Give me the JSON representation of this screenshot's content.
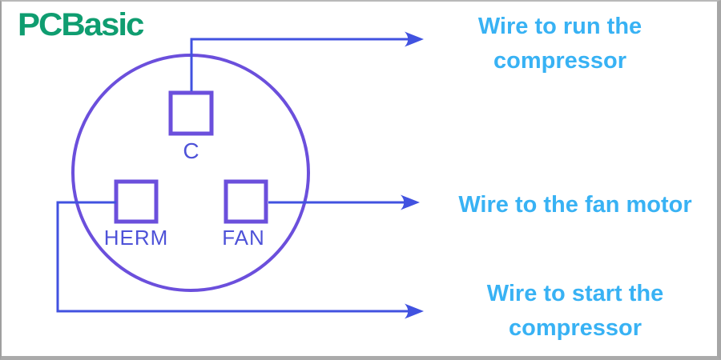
{
  "brand": {
    "logo_text": "PCBasic",
    "logo_color": "#0F9D70"
  },
  "diagram": {
    "description": "Run capacitor terminal wiring diagram",
    "terminals": [
      {
        "id": "c",
        "label": "C"
      },
      {
        "id": "herm",
        "label": "HERM"
      },
      {
        "id": "fan",
        "label": "FAN"
      }
    ],
    "colors": {
      "body_circle": "#6B4FDC",
      "terminal_box": "#6B4FDC",
      "wire_line": "#4152E0",
      "terminal_label": "#4E52D8",
      "annotation_text": "#38B2F4",
      "frame_border": "#A6A6A6"
    }
  },
  "annotations": {
    "run": {
      "line1": "Wire to run the",
      "line2": "compressor"
    },
    "fan": {
      "line1": "Wire to the fan motor"
    },
    "start": {
      "line1": "Wire to start the",
      "line2": "compressor"
    }
  }
}
